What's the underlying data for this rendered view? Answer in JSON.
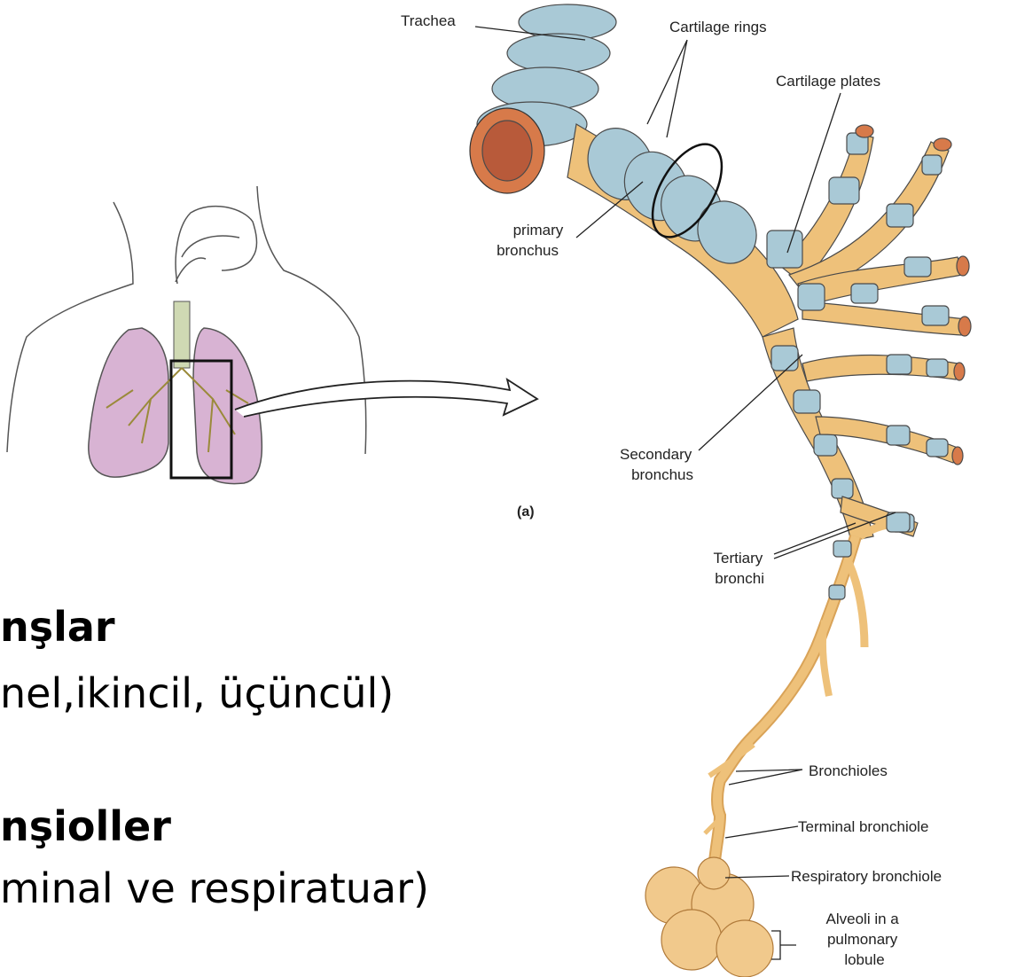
{
  "labels": {
    "trachea": "Trachea",
    "cartilage_rings": "Cartilage rings",
    "cartilage_plates": "Cartilage plates",
    "primary_bronchus": [
      "primary",
      "bronchus"
    ],
    "secondary_bronchus": [
      "Secondary",
      "bronchus"
    ],
    "panel": "(a)",
    "tertiary_bronchi": [
      "Tertiary",
      "bronchi"
    ],
    "bronchioles": "Bronchioles",
    "terminal_bronchiole": "Terminal bronchiole",
    "respiratory_bronchiole": "Respiratory bronchiole",
    "alveoli": [
      "Alveoli in a",
      "pulmonary",
      "lobule"
    ]
  },
  "slide_text": {
    "line1": "nşlar",
    "line2": "nel,ikincil, üçüncül)",
    "line3": "nşioller",
    "line4": "minal ve respiratuar)"
  },
  "colors": {
    "cartilage": "#a9c9d6",
    "tissue": "#eec17a",
    "lung": "#d8b3d3",
    "outline": "#333333"
  }
}
